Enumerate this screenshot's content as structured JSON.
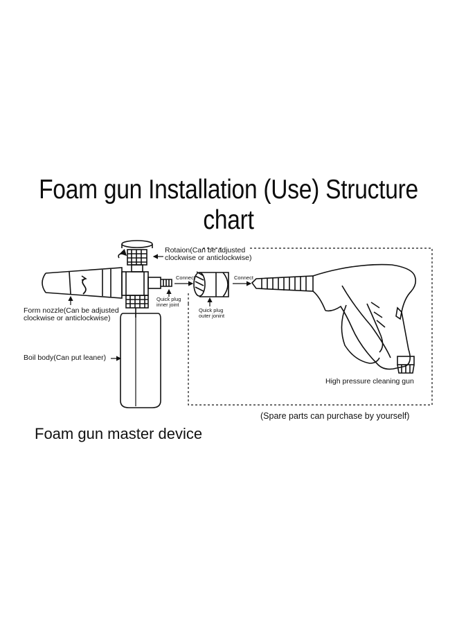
{
  "title": "Foam gun Installation (Use) Structure chart",
  "labels": {
    "rotation_line1": "Rotaion(Can be adjusted",
    "rotation_line2": "clockwise or anticlockwise)",
    "connect_1": "Connect",
    "connect_2": "Connect",
    "quick_inner_line1": "Quick plug",
    "quick_inner_line2": "inner joint",
    "quick_outer_line1": "Quick plug",
    "quick_outer_line2": "outer jonint",
    "nozzle_line1": "Form nozzle(Can be adjusted",
    "nozzle_line2": "clockwise or anticlockwise)",
    "boil_body": "Boil body(Can put leaner)",
    "high_pressure": "High pressure cleaning gun",
    "spare_parts": "(Spare parts can purchase by yourself)",
    "master_device": "Foam gun master device"
  },
  "colors": {
    "ink": "#111111",
    "background": "#ffffff"
  }
}
